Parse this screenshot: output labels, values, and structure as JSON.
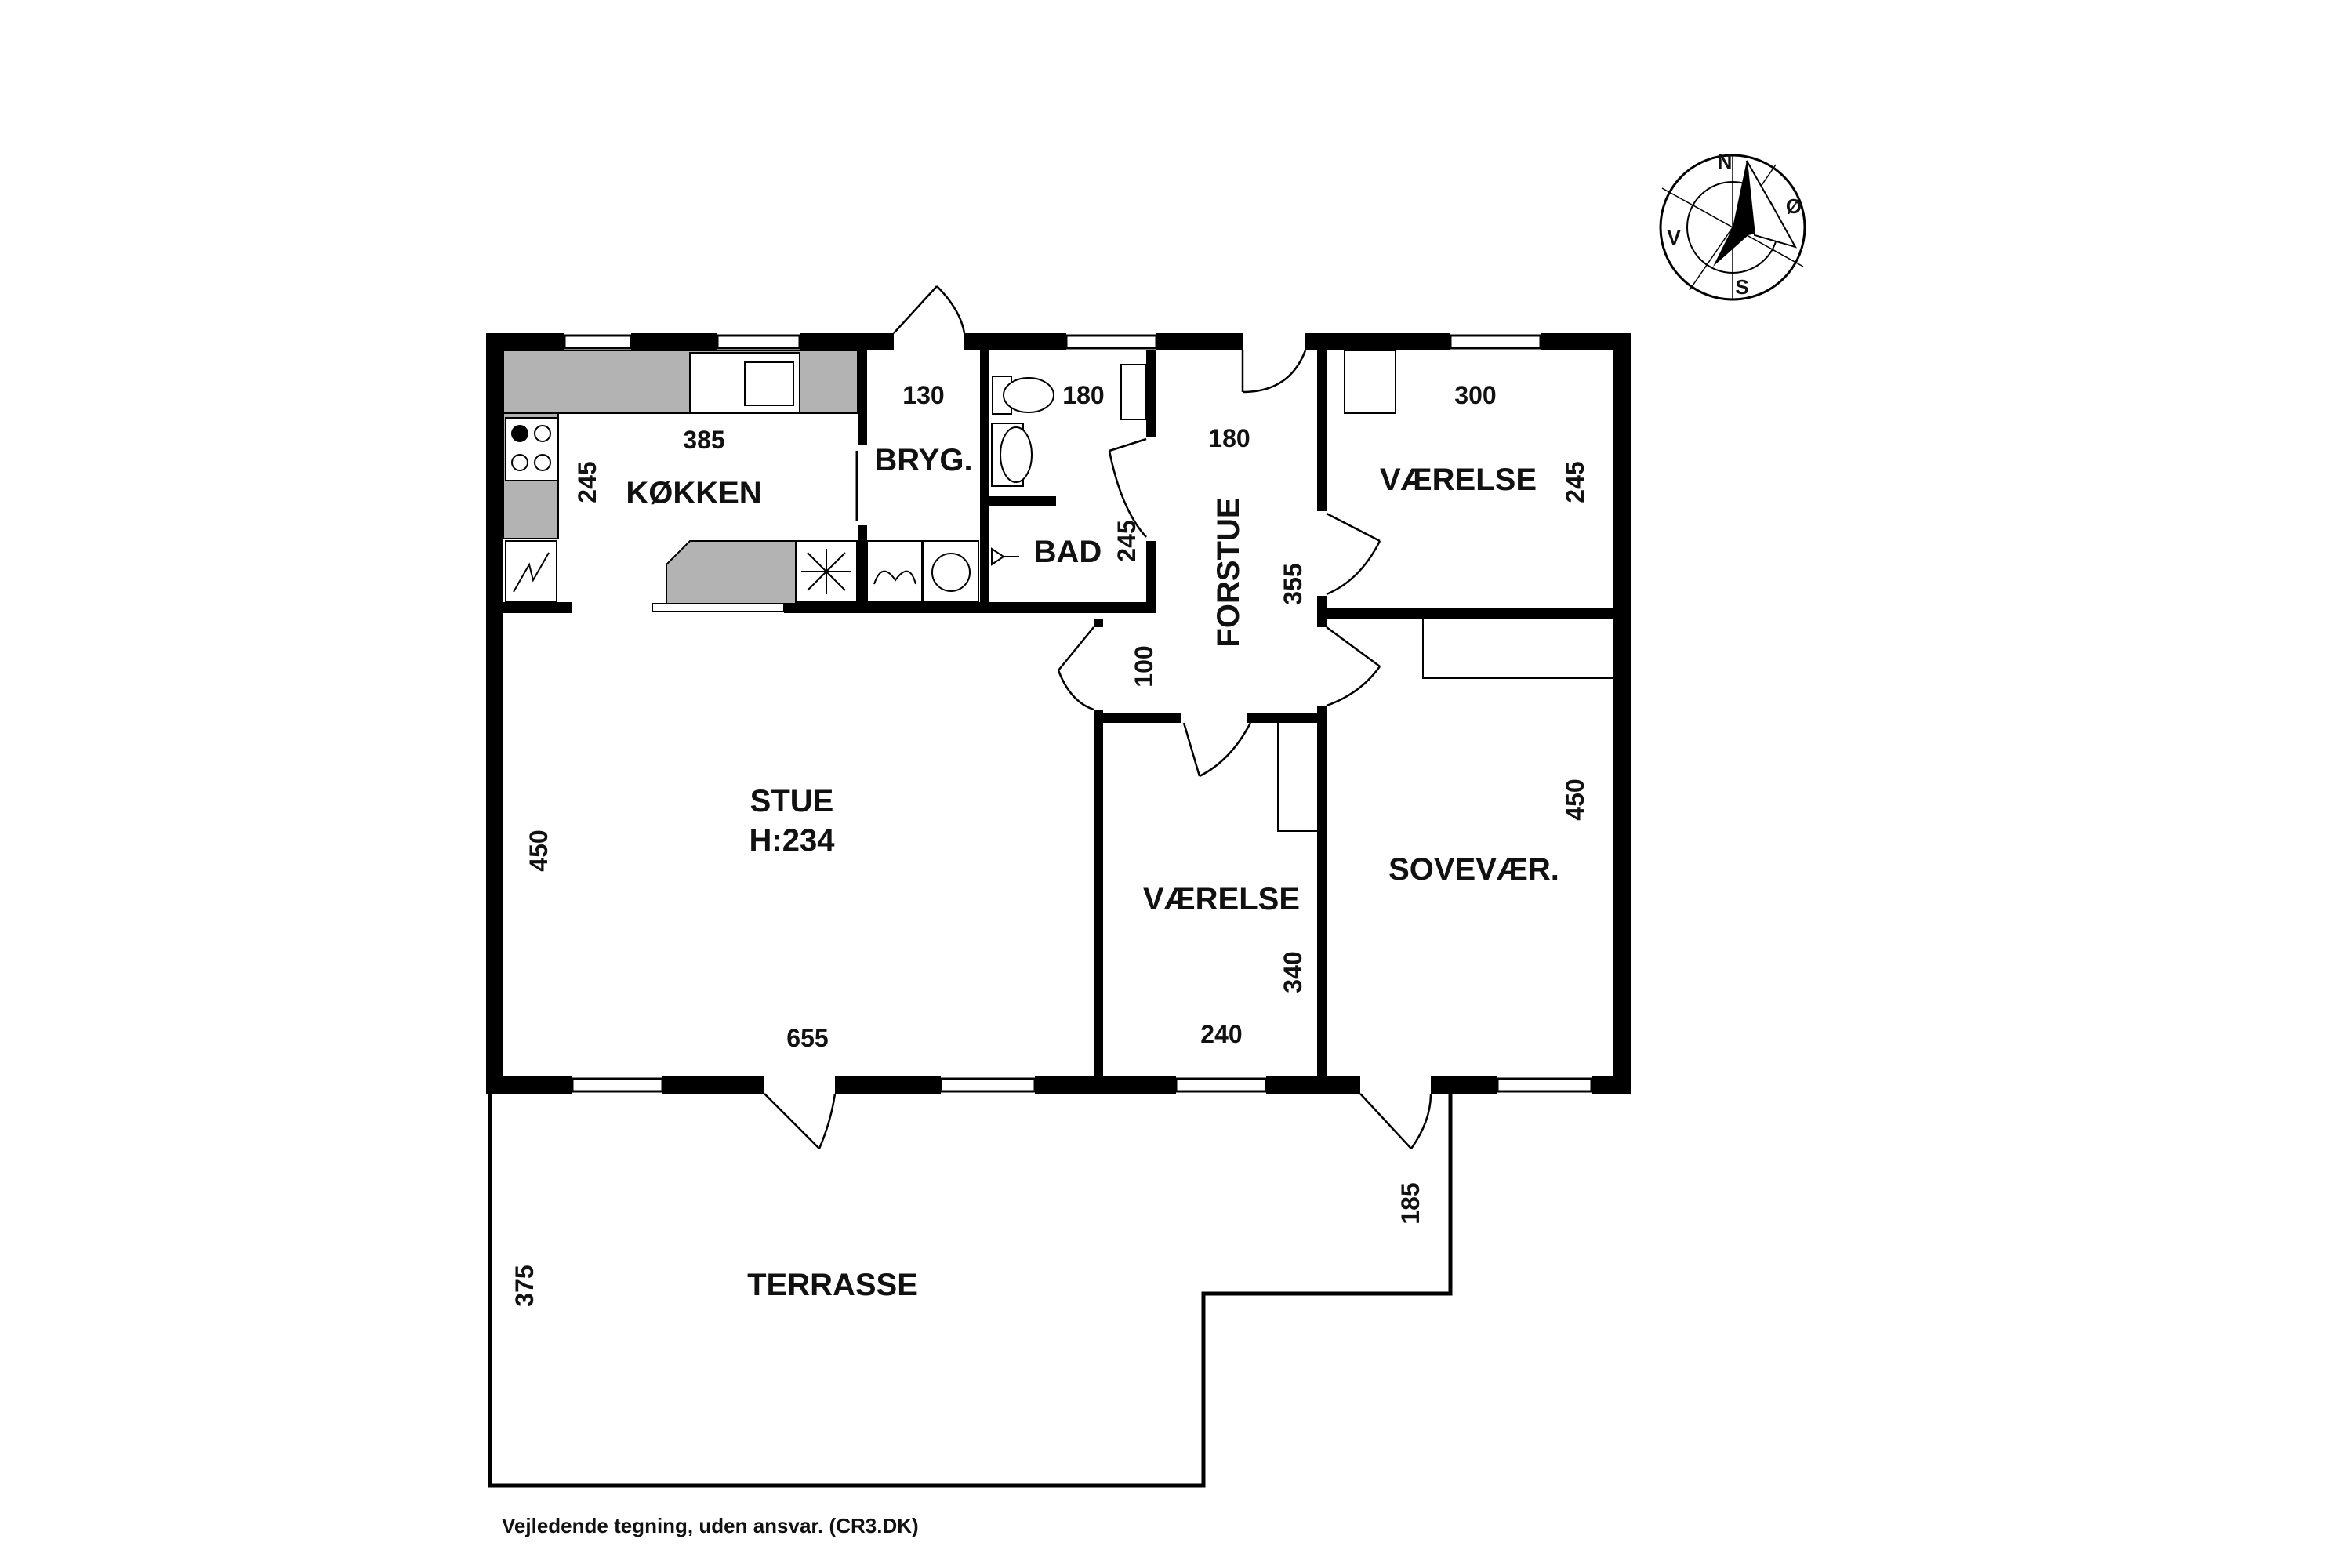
{
  "rooms": {
    "kitchen": "KØKKEN",
    "utility": "BRYG.",
    "bath": "BAD",
    "hall": "FORSTUE",
    "bedroom_ne": "VÆRELSE",
    "living": "STUE",
    "living_height": "H:234",
    "bedroom_mid": "VÆRELSE",
    "master": "SOVEVÆR.",
    "terrace": "TERRASSE"
  },
  "dimensions": {
    "kitchen_w": "385",
    "kitchen_d": "245",
    "utility_w": "130",
    "bath_w": "180",
    "bath_d": "245",
    "hall_w": "180",
    "hall_d": "355",
    "hall_small": "100",
    "bedroom_ne_w": "300",
    "bedroom_ne_d": "245",
    "living_d": "450",
    "living_w": "655",
    "bedroom_mid_d": "340",
    "bedroom_mid_w": "240",
    "master_d": "450",
    "terrace_d": "375",
    "terrace_step": "185"
  },
  "compass": {
    "north": "N",
    "east": "Ø",
    "south": "S",
    "west": "V"
  },
  "disclaimer": "Vejledende tegning, uden ansvar. (CR3.DK)",
  "colors": {
    "wall": "#000000",
    "counter": "#b3b3b3",
    "background": "#ffffff"
  }
}
